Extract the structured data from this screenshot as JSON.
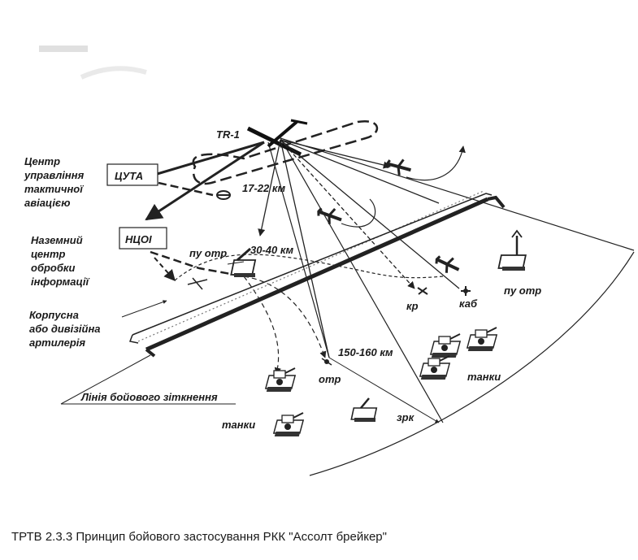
{
  "diagram": {
    "labels": {
      "aircraft": "TR-1",
      "center_tactical_aviation_1": "Центр",
      "center_tactical_aviation_2": "управління",
      "center_tactical_aviation_3": "тактичної",
      "center_tactical_aviation_4": "авіацією",
      "ground_center_1": "Наземний",
      "ground_center_2": "центр",
      "ground_center_3": "обробки",
      "ground_center_4": "інформації",
      "artillery_1": "Корпусна",
      "artillery_2": "або дивізійна",
      "artillery_3": "артилерія",
      "front_line": "Лінія бойового зіткнення",
      "range_short": "17-22 км",
      "range_mid": "30-40 км",
      "range_long": "150-160 км",
      "launcher_left": "пу отр",
      "launcher_right": "пу отр",
      "missile_kr": "кр",
      "missile_kab": "каб",
      "missile_otr": "отр",
      "tanks_right": "танки",
      "tanks_left": "танки",
      "sam": "зрк"
    },
    "boxes": {
      "tsuta": "ЦУТА",
      "ntsoi": "НЦОІ"
    }
  },
  "caption": "ТРТВ 2.3.3 Принцип бойового застосування РКК \"Ассолт брейкер\""
}
